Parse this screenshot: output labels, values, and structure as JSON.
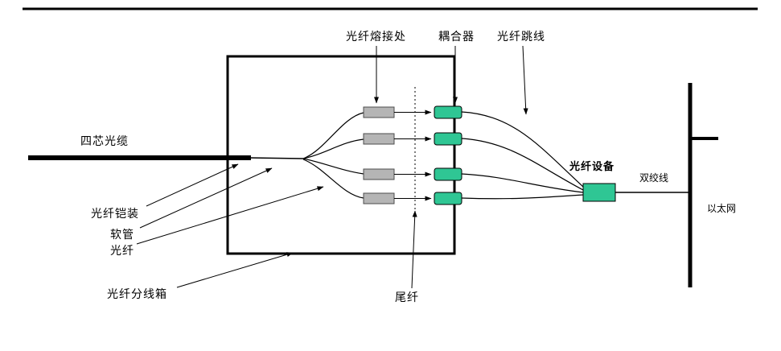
{
  "labels": {
    "splice_point": "光纤熔接处",
    "coupler": "耦合器",
    "fiber_jumper": "光纤跳线",
    "four_core_cable": "四芯光缆",
    "fiber_armor": "光纤铠装",
    "soft_tube": "软管",
    "optical_fiber": "光纤",
    "fiber_distribution_box": "光纤分线箱",
    "pigtail": "尾纤",
    "fiber_device": "光纤设备",
    "twisted_pair": "双绞线",
    "ethernet": "以太网"
  },
  "colors": {
    "coupler_fill": "#2fc694",
    "device_fill": "#2fc694",
    "splice_fill": "#b5b5b5",
    "line": "#000000"
  }
}
